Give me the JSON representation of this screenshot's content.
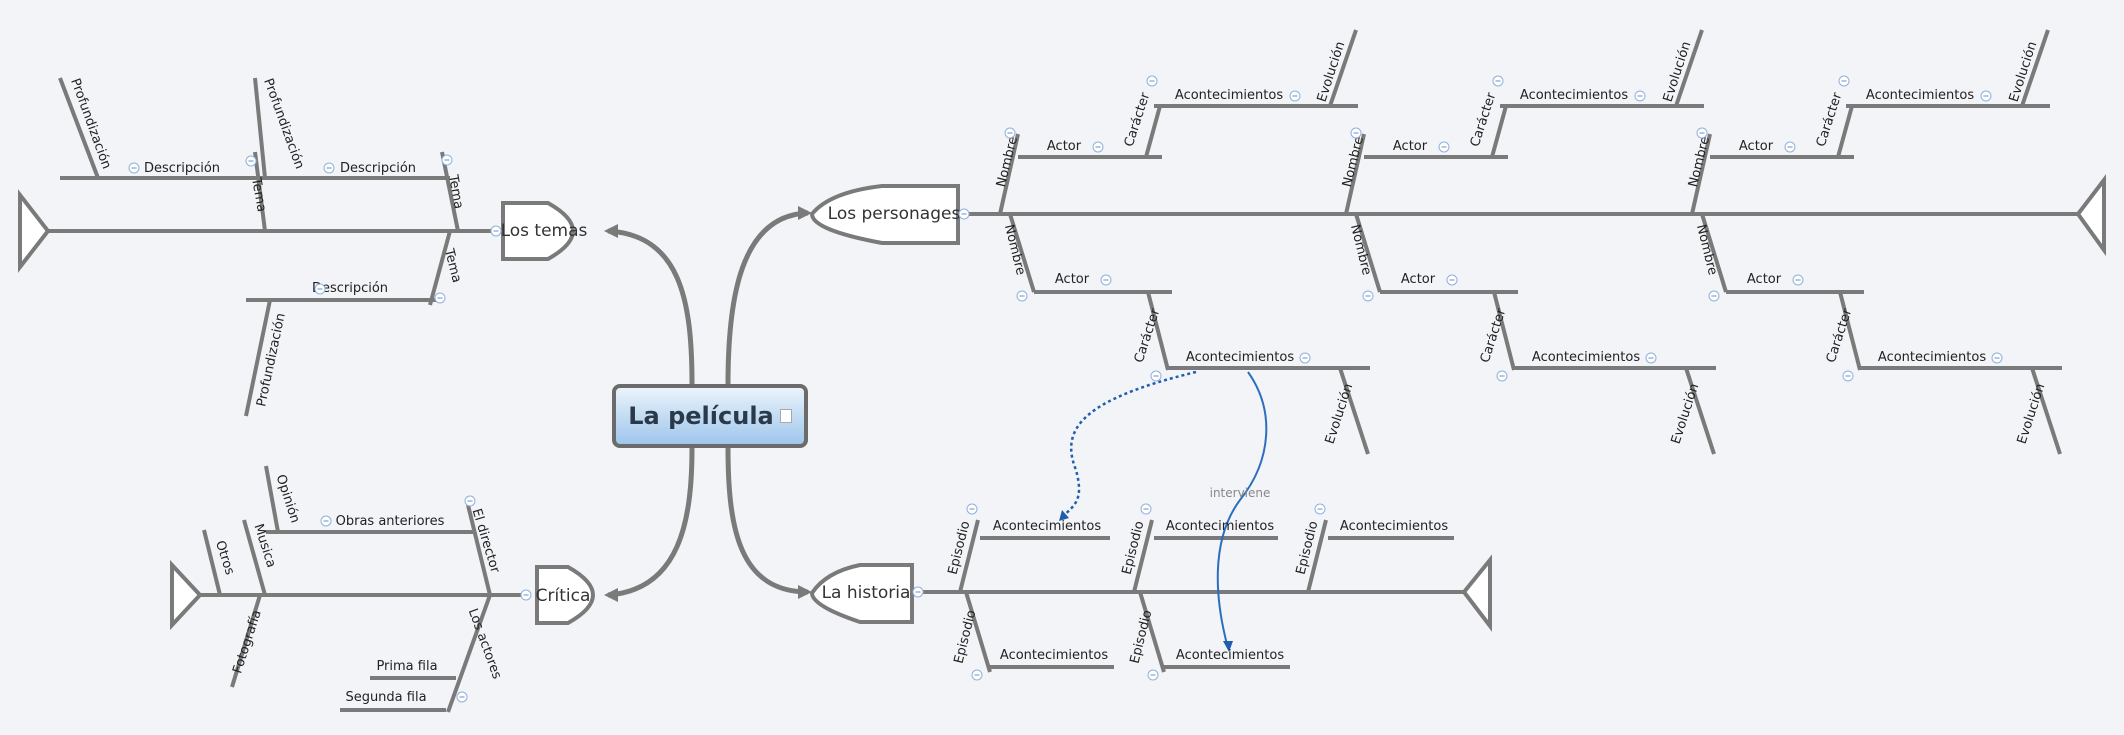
{
  "central": {
    "title": "La película"
  },
  "temas": {
    "title": "Los temas",
    "bones": [
      {
        "label": "Tema",
        "sub": "Descripción",
        "subsub": "Profundización"
      },
      {
        "label": "Tema",
        "sub": "Descripción",
        "subsub": "Profundización"
      },
      {
        "label": "Tema",
        "sub": "Descripción",
        "subsub": "Profundización"
      }
    ]
  },
  "critica": {
    "title": "Crítica",
    "director": {
      "label": "El director",
      "sub": "Obras anteriores",
      "subsub": "Opinión"
    },
    "actores": {
      "label": "Los actores",
      "subs": [
        "Prima fila",
        "Segunda fila"
      ]
    },
    "musica": "Musica",
    "otros": "Otros",
    "fotografia": "Fotografía"
  },
  "personages": {
    "title": "Los personages",
    "bone_label": "Nombre",
    "actor": "Actor",
    "caracter": "Carácter",
    "acontecimientos": "Acontecimientos",
    "evolucion": "Evolución"
  },
  "historia": {
    "title": "La historia",
    "episodio": "Episodio",
    "acontecimientos": "Acontecimientos"
  },
  "relationship": {
    "label": "interviene"
  },
  "colors": {
    "line": "#7a7a7a",
    "relation": "#2a6fbf",
    "central_top": "#eaf3fb",
    "central_bottom": "#9fc6ec"
  }
}
